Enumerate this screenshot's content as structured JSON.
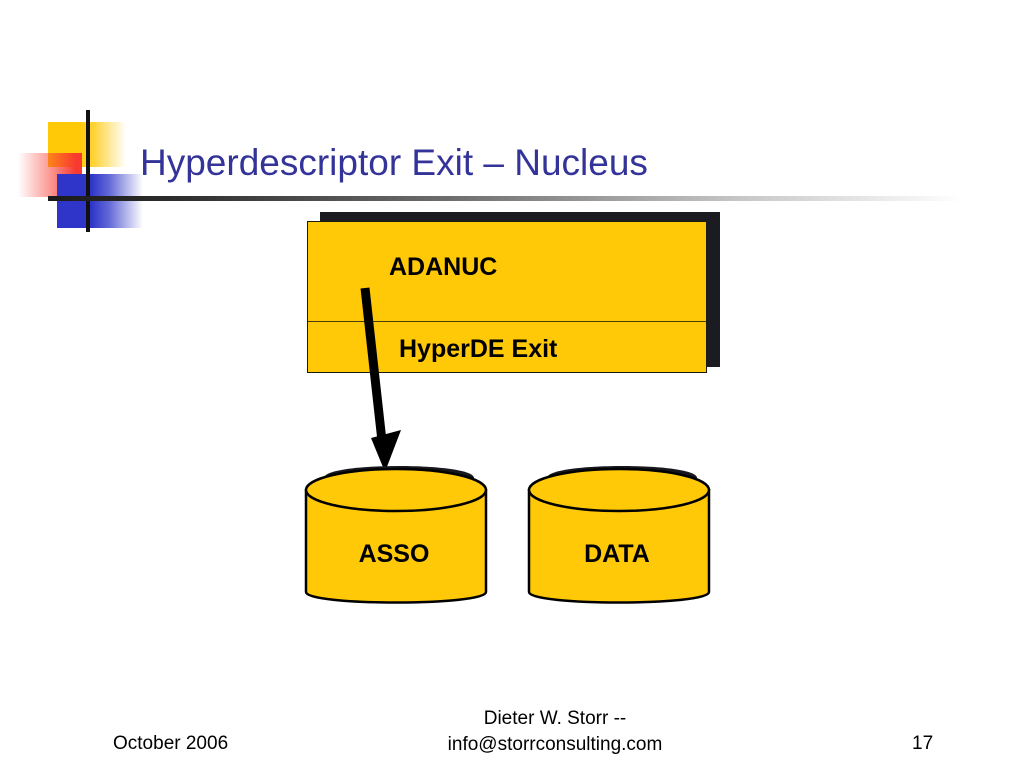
{
  "slide": {
    "title": "Hyperdescriptor Exit – Nucleus",
    "title_color": "#333399",
    "background": "#ffffff",
    "accent_yellow": "#ffc907",
    "shadow_color": "#1b1b22"
  },
  "logo": {
    "yellow_color": "#ffc907",
    "red_color": "#f8392f",
    "blue_color": "#2e35c8",
    "rule_color": "#1a1a1a"
  },
  "diagram": {
    "nucleus_box": {
      "top_label": "ADANUC",
      "bottom_label": "HyperDE Exit"
    },
    "arrow": {
      "from": "HyperDE Exit",
      "to": "ASSO"
    },
    "cylinders": [
      {
        "label": "ASSO"
      },
      {
        "label": "DATA"
      }
    ]
  },
  "footer": {
    "date": "October 2006",
    "author_line1": "Dieter W. Storr --",
    "author_line2": "info@storrconsulting.com",
    "page_number": "17"
  }
}
